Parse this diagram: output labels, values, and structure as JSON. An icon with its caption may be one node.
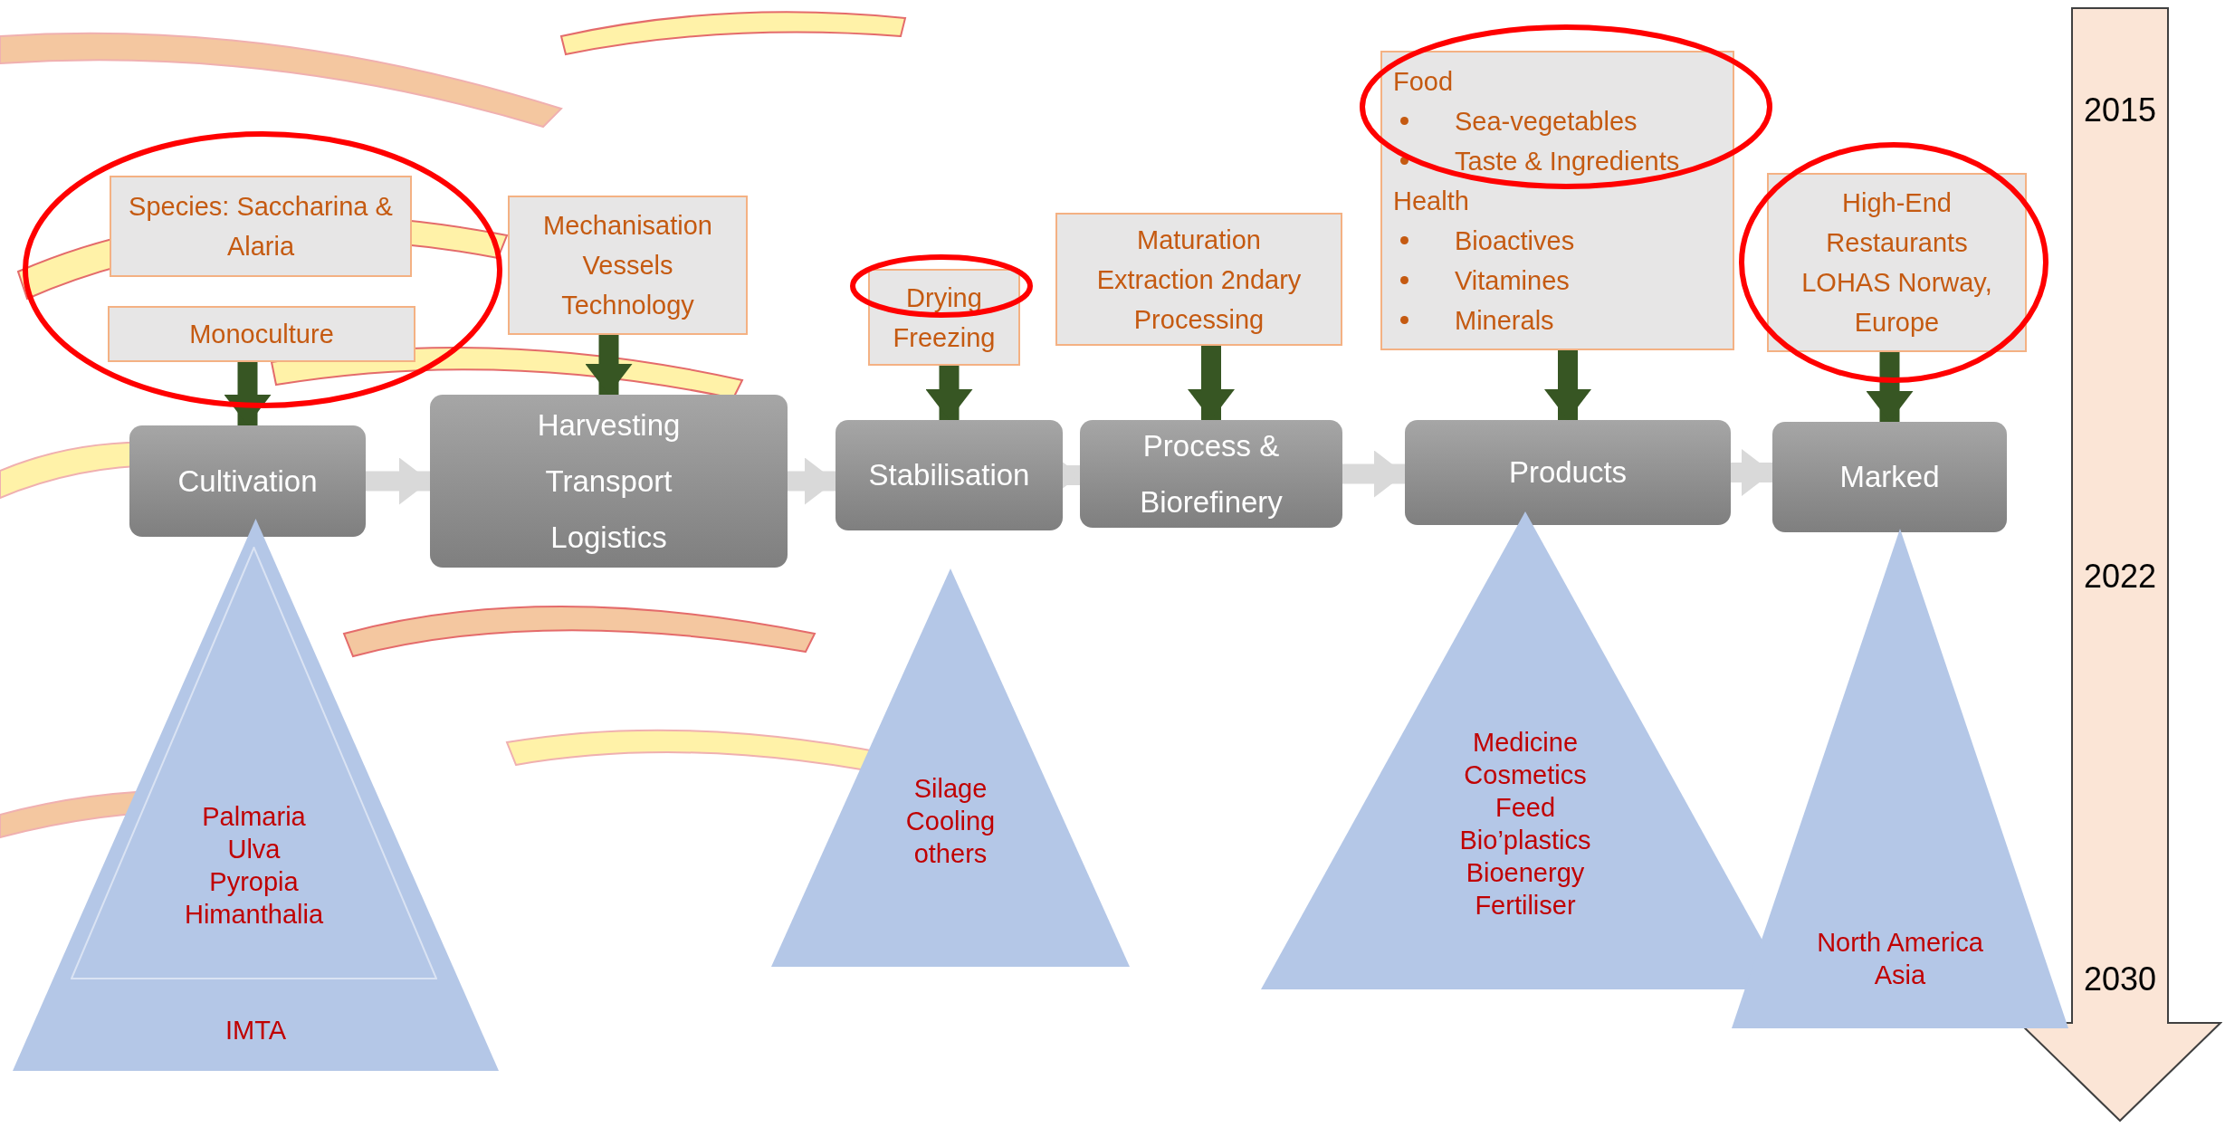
{
  "diagram": {
    "nodes": [
      {
        "text": [
          "Species: Saccharina & Alaria"
        ]
      },
      {
        "text": [
          "Monoculture"
        ]
      },
      {
        "text": [
          "Mechanisation Vessels Technology"
        ]
      },
      {
        "text": [
          "Drying Freezing"
        ]
      },
      {
        "text": [
          "Maturation Extraction 2ndary Processing"
        ]
      },
      {
        "text": [
          "Food",
          "Sea-vegetables",
          "Taste & Ingredients",
          "Health",
          "Bioactives",
          "Vitamines",
          "Minerals"
        ]
      },
      {
        "text": [
          "High-End Restaurants LOHAS Norway, Europe"
        ]
      },
      {
        "text": [
          "Cultivation"
        ]
      },
      {
        "text": [
          "Harvesting Transport Logistics"
        ]
      },
      {
        "text": [
          "Stabilisation"
        ]
      },
      {
        "text": [
          "Process & Biorefinery"
        ]
      },
      {
        "text": [
          "Products"
        ]
      },
      {
        "text": [
          "Marked"
        ]
      },
      {
        "text": [
          "IMTA"
        ]
      },
      {
        "text": [
          "Palmaria Ulva Pyropia Himanthalia"
        ],
        "in": 13
      },
      {
        "text": [
          "Silage Cooling others"
        ]
      },
      {
        "text": [
          "Medicine Cosmetics Feed Bio’plastics Bioenergy Fertiliser"
        ]
      },
      {
        "text": [
          "North America Asia"
        ]
      }
    ],
    "edges": [
      {
        "from": 1,
        "to": 7,
        "arrow": "to"
      },
      {
        "from": 2,
        "to": 8,
        "arrow": "to"
      },
      {
        "from": 3,
        "to": 9,
        "arrow": "to"
      },
      {
        "from": 4,
        "to": 10,
        "arrow": "to"
      },
      {
        "from": 5,
        "to": 11,
        "arrow": "to"
      },
      {
        "from": 6,
        "to": 12,
        "arrow": "to"
      },
      {
        "from": 7,
        "to": 8,
        "arrow": "to",
        "color": "#d9d9d9"
      },
      {
        "from": 8,
        "to": 9,
        "arrow": "to",
        "color": "#d9d9d9"
      },
      {
        "from": 9,
        "to": 10,
        "arrow": "to",
        "color": "#d9d9d9"
      },
      {
        "from": 10,
        "to": 11,
        "arrow": "to",
        "color": "#d9d9d9"
      },
      {
        "from": 11,
        "to": 12,
        "arrow": "to",
        "color": "#d9d9d9"
      }
    ],
    "labels": [
      "2015",
      "2022",
      "2030"
    ]
  }
}
